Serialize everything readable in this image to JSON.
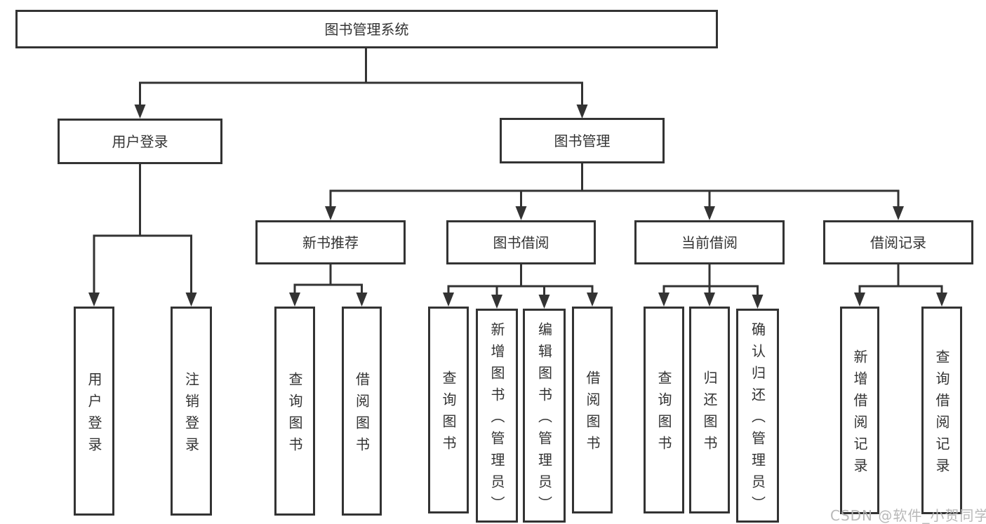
{
  "tree": {
    "root": {
      "label": "图书管理系统"
    },
    "branches": [
      {
        "label": "用户登录",
        "children": [
          {
            "label": "用户登录"
          },
          {
            "label": "注销登录"
          }
        ]
      },
      {
        "label": "图书管理",
        "children": [
          {
            "label": "新书推荐",
            "children": [
              {
                "label": "查询图书"
              },
              {
                "label": "借阅图书"
              }
            ]
          },
          {
            "label": "图书借阅",
            "children": [
              {
                "label": "查询图书"
              },
              {
                "label": "新增图书（管理员）"
              },
              {
                "label": "编辑图书（管理员）"
              },
              {
                "label": "借阅图书"
              }
            ]
          },
          {
            "label": "当前借阅",
            "children": [
              {
                "label": "查询图书"
              },
              {
                "label": "归还图书"
              },
              {
                "label": "确认归还（管理员）"
              }
            ]
          },
          {
            "label": "借阅记录",
            "children": [
              {
                "label": "新增借阅记录"
              },
              {
                "label": "查询借阅记录"
              }
            ]
          }
        ]
      }
    ]
  },
  "watermark": "CSDN @软件_小贺同学",
  "colors": {
    "line": "#333333",
    "box_border": "#333333",
    "text": "#333333",
    "watermark": "#b5b5b5",
    "background": "#ffffff"
  }
}
